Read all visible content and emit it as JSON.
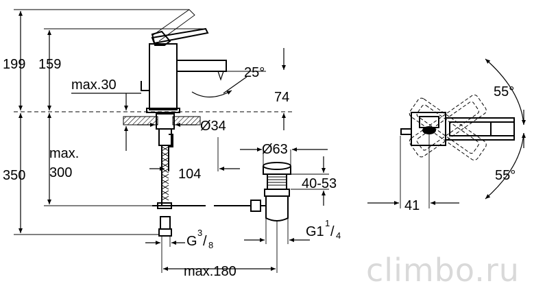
{
  "diagram": {
    "heights": {
      "overall": "199",
      "spout": "159",
      "max_label": "max.30"
    },
    "spout": {
      "angle": "25°",
      "reach_height": "74"
    },
    "flange": {
      "diameter": "Ø34"
    },
    "below": {
      "total": "350",
      "max_line1": "max.",
      "max_line2": "300",
      "tail_offset": "104"
    },
    "waste": {
      "diameter": "Ø63",
      "range": "40-53",
      "thread_main": "G1",
      "thread_num": "1",
      "thread_den": "4"
    },
    "supply": {
      "thread_main": "G",
      "thread_num": "3",
      "thread_den": "8",
      "max_width": "max.180"
    },
    "plan": {
      "angle_top": "55°",
      "angle_bottom": "55°",
      "offset": "41"
    }
  },
  "watermark": {
    "text": "climbo.ru"
  }
}
